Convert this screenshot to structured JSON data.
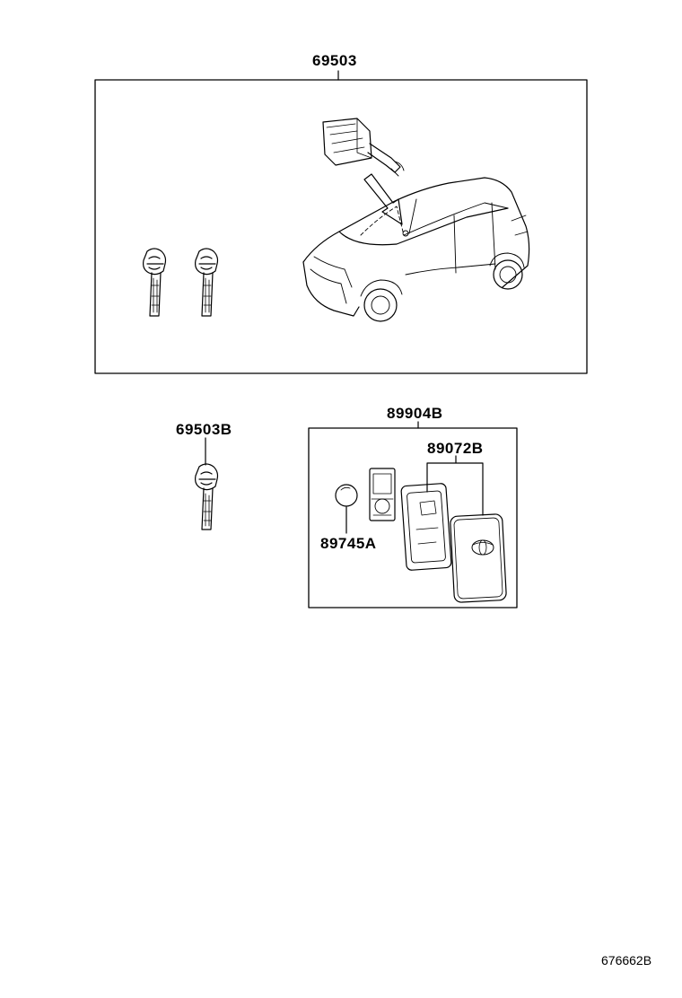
{
  "diagram_id": "676662B",
  "parts": {
    "lock_set": {
      "number": "69503"
    },
    "key_blank": {
      "number": "69503B"
    },
    "transmitter_assy": {
      "number": "89904B"
    },
    "transmitter_case": {
      "number": "89072B"
    },
    "battery": {
      "number": "89745A"
    }
  }
}
